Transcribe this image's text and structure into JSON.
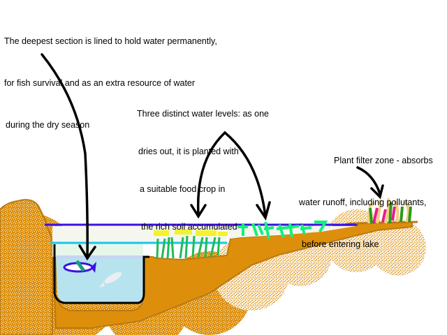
{
  "diagram": {
    "title": "Multi-level pond cross-section",
    "annotations": [
      {
        "id": "deep-section",
        "lines": [
          "The deepest section is lined to hold water permanently,",
          "for fish survival and as an extra resource of water",
          "during the dry season"
        ],
        "points_to": "lined deep pond with fish"
      },
      {
        "id": "water-levels",
        "lines": [
          "Three distinct water levels: as one",
          "dries out, it is planted with",
          "a suitable food crop in",
          "the rich soil accumulated"
        ],
        "points_to": [
          "middle terrace crop",
          "upper terrace crop"
        ]
      },
      {
        "id": "plant-filter",
        "lines": [
          "Plant filter zone - absorbs",
          "water runoff, including pollutants,",
          "before entering lake"
        ],
        "points_to": "plant filter zone at top of slope"
      }
    ],
    "elements": {
      "water_levels": [
        "high water line",
        "middle water line",
        "permanent deep pool"
      ],
      "fish_count": 2
    },
    "colors": {
      "soil": "#dd8f0b",
      "soil_edge": "#b97a14",
      "high_water_line": "#3b11e0",
      "mid_water_line": "#16c7ea",
      "deep_water": "#b6e3ee",
      "shallow_water": "#eef6ea",
      "plant_green": "#1dbb55",
      "plant_bright": "#14f07a",
      "flower_yellow": "#f4f22a",
      "filter_pink": "#ee1a8c",
      "filter_tan": "#f3cf80",
      "filter_green": "#2a9a18",
      "liner": "#000000"
    }
  }
}
